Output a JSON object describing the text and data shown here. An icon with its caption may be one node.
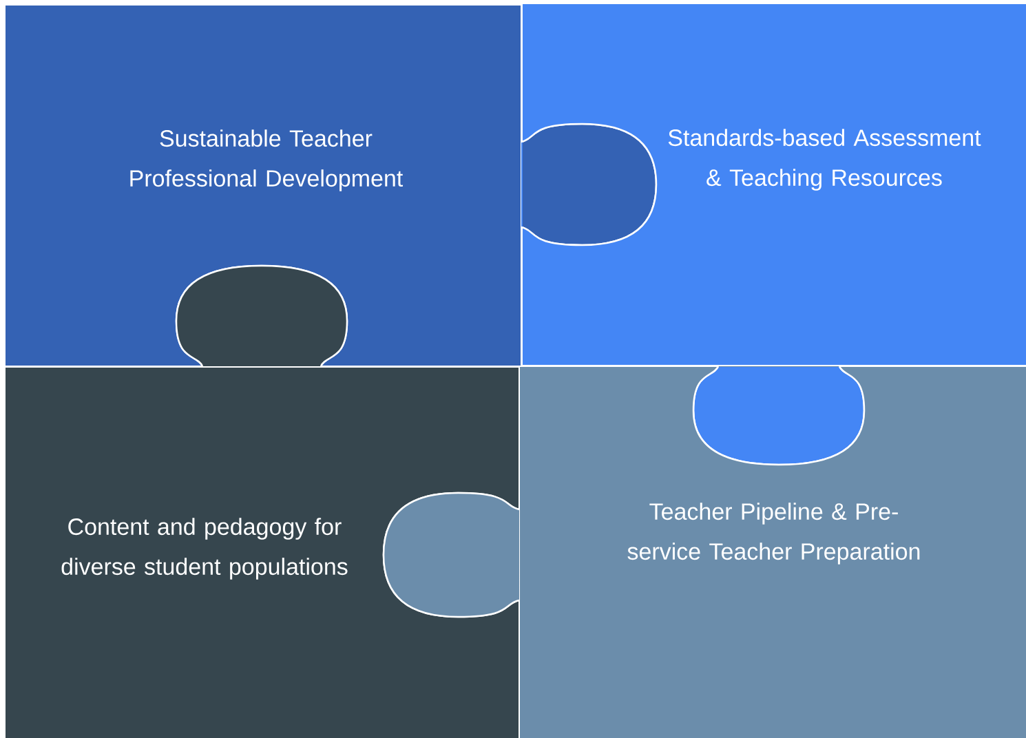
{
  "diagram": {
    "nodes": [
      {
        "text": [
          "Sustainable Teacher Professional Development"
        ]
      },
      {
        "text": [
          "Standards-based Assessment & Teaching Resources"
        ]
      },
      {
        "text": [
          "Content and pedagogy for diverse student populations"
        ]
      },
      {
        "text": [
          "Teacher Pipeline & Pre-service Teacher Preparation"
        ]
      }
    ]
  }
}
